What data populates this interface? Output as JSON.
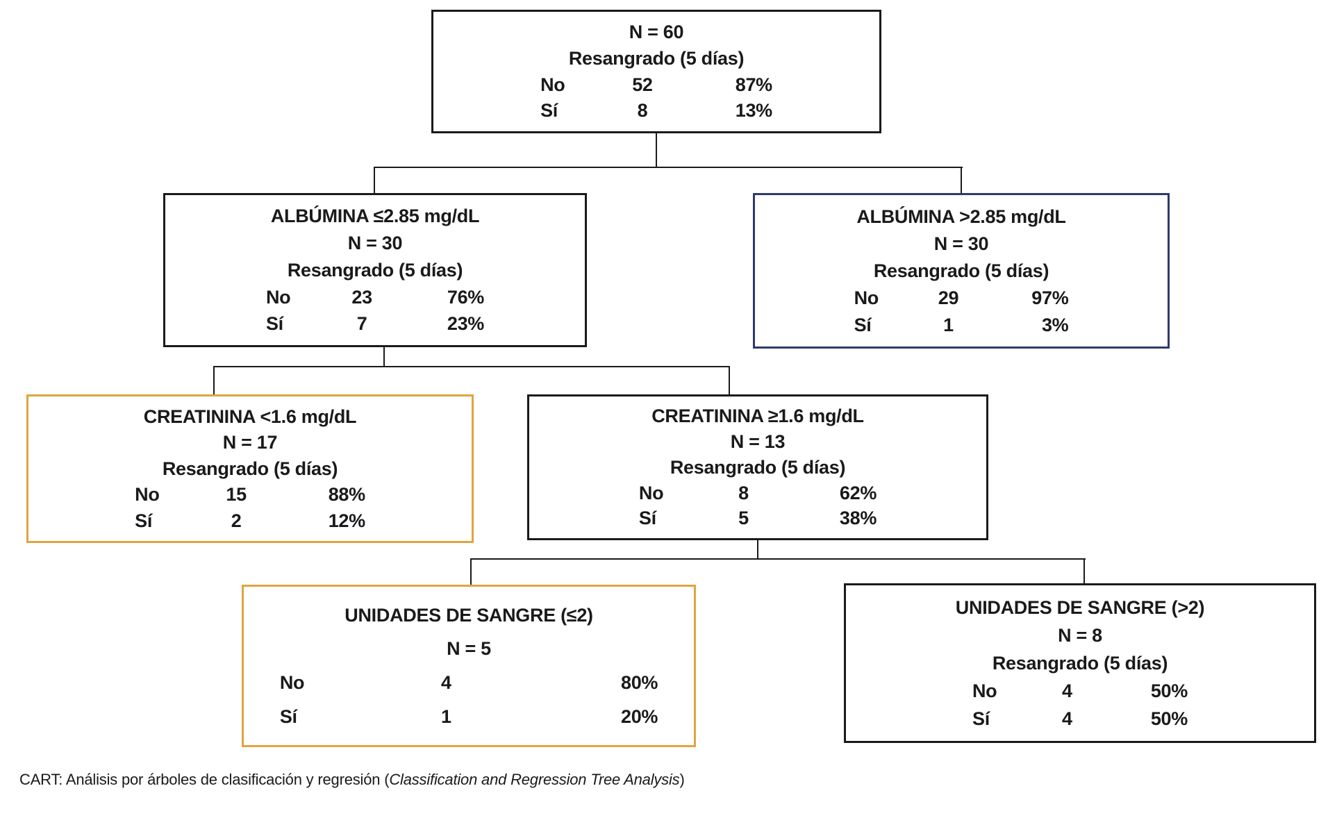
{
  "figure": {
    "type": "decision-tree",
    "caption": {
      "prefix": "CART: Análisis por árboles de clasificación y regresión (",
      "italic": "Classification and Regression Tree Analysis",
      "suffix": ")"
    }
  },
  "colors": {
    "box_black": "#1a1a1a",
    "highlight_navy": "#2e3a6b",
    "highlight_orange": "#e0a440",
    "connector": "#1a1a1a"
  },
  "nodes": {
    "root": {
      "n": "N = 60",
      "subtitle": "Resangrado (5 días)",
      "highlight": "black",
      "rows": [
        {
          "label": "No",
          "value": "52",
          "pct": "87%"
        },
        {
          "label": "Sí",
          "value": "8",
          "pct": "13%"
        }
      ]
    },
    "albumina_low": {
      "title": "ALBÚMINA ≤2.85 mg/dL",
      "n": "N = 30",
      "subtitle": "Resangrado (5 días)",
      "highlight": "black",
      "rows": [
        {
          "label": "No",
          "value": "23",
          "pct": "76%"
        },
        {
          "label": "Sí",
          "value": "7",
          "pct": "23%"
        }
      ]
    },
    "albumina_high": {
      "title": "ALBÚMINA >2.85 mg/dL",
      "n": "N = 30",
      "subtitle": "Resangrado (5 días)",
      "highlight": "navy",
      "rows": [
        {
          "label": "No",
          "value": "29",
          "pct": "97%"
        },
        {
          "label": "Sí",
          "value": "1",
          "pct": "3%"
        }
      ]
    },
    "creatinina_low": {
      "title": "CREATININA <1.6 mg/dL",
      "n": "N = 17",
      "subtitle": "Resangrado (5 días)",
      "highlight": "orange",
      "rows": [
        {
          "label": "No",
          "value": "15",
          "pct": "88%"
        },
        {
          "label": "Sí",
          "value": "2",
          "pct": "12%"
        }
      ]
    },
    "creatinina_high": {
      "title": "CREATININA ≥1.6 mg/dL",
      "n": "N = 13",
      "subtitle": "Resangrado (5 días)",
      "highlight": "black",
      "rows": [
        {
          "label": "No",
          "value": "8",
          "pct": "62%"
        },
        {
          "label": "Sí",
          "value": "5",
          "pct": "38%"
        }
      ]
    },
    "sangre_low": {
      "title": "UNIDADES DE SANGRE (≤2)",
      "n": "N = 5",
      "highlight": "orange",
      "rows": [
        {
          "label": "No",
          "value": "4",
          "pct": "80%"
        },
        {
          "label": "Sí",
          "value": "1",
          "pct": "20%"
        }
      ]
    },
    "sangre_high": {
      "title": "UNIDADES DE SANGRE (>2)",
      "n": "N = 8",
      "subtitle": "Resangrado (5 días)",
      "highlight": "black",
      "rows": [
        {
          "label": "No",
          "value": "4",
          "pct": "50%"
        },
        {
          "label": "Sí",
          "value": "4",
          "pct": "50%"
        }
      ]
    }
  }
}
